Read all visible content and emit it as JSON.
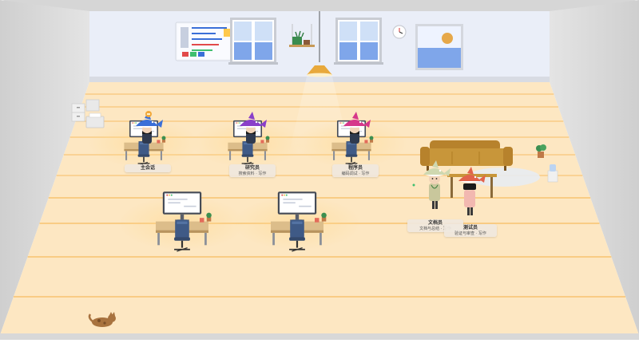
{
  "scene": {
    "colors": {
      "wall": "#eaeef8",
      "side_wall": "#dcdcdc",
      "floor": "#fde7c2",
      "floor_line": "#f9cc84",
      "floor_edge": "#d9d9d9",
      "sofa": "#c8963a",
      "rug": "#e8ecf2",
      "lamp": "#e8a93c",
      "sky": "#9cb8ee"
    },
    "agents": [
      {
        "name": "主会话",
        "status": "",
        "hat_color": "#3a6fd8"
      },
      {
        "name": "研究员",
        "status": "搜索资料 · 写作",
        "hat_color": "#8a3fc9"
      },
      {
        "name": "程序员",
        "status": "编码调试 · 写作",
        "hat_color": "#d6378a"
      },
      {
        "name": "文档员",
        "status": "文档与总结 · 写作",
        "hat_color": "#cfd8b0"
      },
      {
        "name": "测试员",
        "status": "验证与审查 · 写作",
        "hat_color": "#e2634c"
      }
    ],
    "empty_desks": 2,
    "decor": [
      "sticky-note-board",
      "window-left",
      "window-right",
      "hanging-shelf",
      "pendant-lamp",
      "wall-clock",
      "wall-painting",
      "filing-cabinet",
      "printer",
      "sofa",
      "coffee-table",
      "potted-plant",
      "water-cooler",
      "cat"
    ]
  }
}
